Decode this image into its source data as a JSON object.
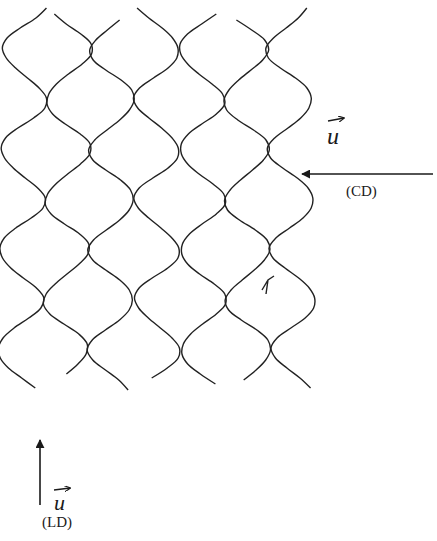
{
  "diagram": {
    "labels": [
      "u",
      "(CD)",
      "u",
      "(LD)"
    ]
  }
}
